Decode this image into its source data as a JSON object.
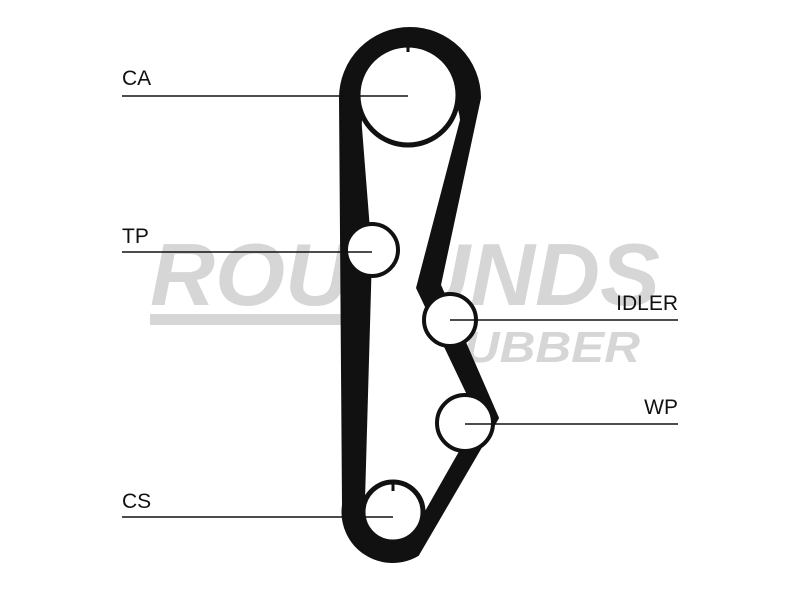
{
  "diagram": {
    "labels": {
      "ca": "CA",
      "tp": "TP",
      "idler": "IDLER",
      "wp": "WP",
      "cs": "CS"
    },
    "watermark": {
      "line1": "ROULUNDS",
      "line2": "RUBBER"
    },
    "colors": {
      "ink": "#111111",
      "watermark": "#d6d6d6",
      "background": "#ffffff"
    }
  }
}
